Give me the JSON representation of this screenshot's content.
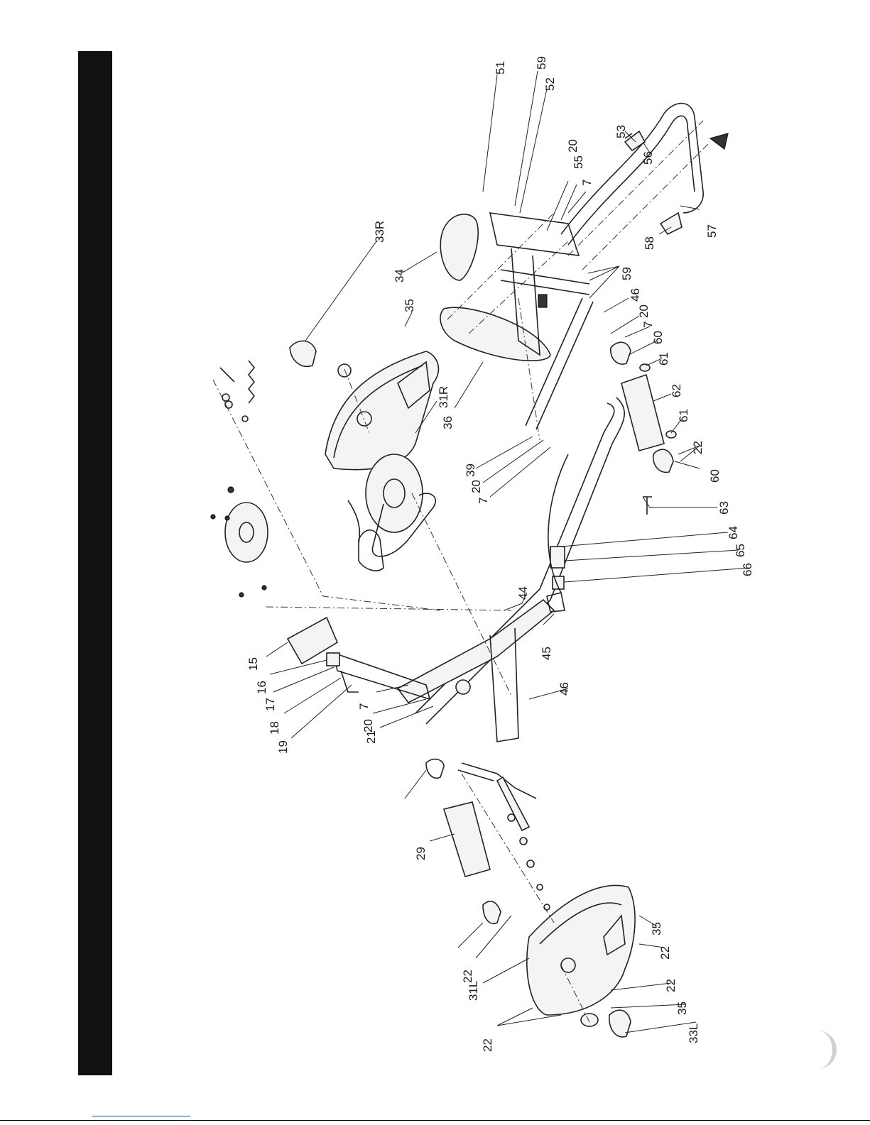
{
  "diagram": {
    "callouts": [
      "51",
      "59",
      "52",
      "53",
      "56",
      "20",
      "55",
      "7",
      "57",
      "58",
      "33R",
      "34",
      "59",
      "35",
      "46",
      "20",
      "7",
      "60",
      "61",
      "31R",
      "62",
      "36",
      "61",
      "22",
      "39",
      "60",
      "20",
      "7",
      "63",
      "64",
      "65",
      "66",
      "44",
      "15",
      "45",
      "16",
      "17",
      "46",
      "7",
      "18",
      "20",
      "21",
      "19",
      "29",
      "35",
      "22",
      "22",
      "31L",
      "22",
      "35",
      "22",
      "33L"
    ]
  }
}
